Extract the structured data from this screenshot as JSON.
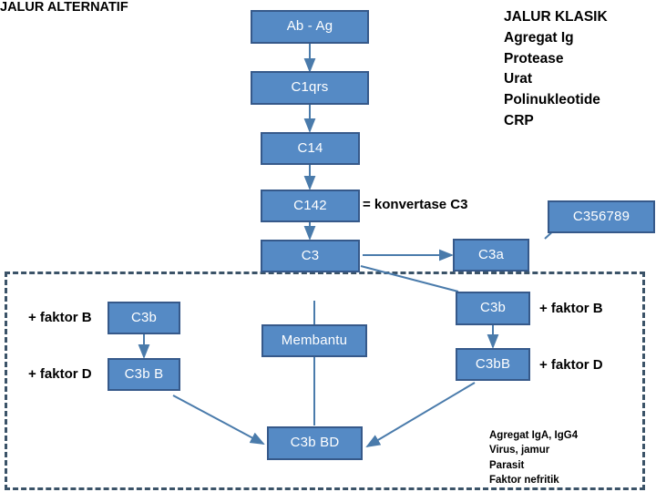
{
  "diagram": {
    "title_classic": "JALUR KLASIK",
    "title_alternative": "JALUR ALTERNATIF",
    "colors": {
      "node_fill": "#558ac5",
      "node_border": "#36598a",
      "connector": "#4a7bab",
      "dashed_border": "#3b5368",
      "node_text": "#ffffff",
      "label_text": "#000000"
    },
    "nodes": {
      "ab_ag": "Ab - Ag",
      "c1qrs": "C1qrs",
      "c14": "C14",
      "c142": "C142",
      "c3": "C3",
      "c3a": "C3a",
      "c356789": "C356789",
      "c3b_left": "C3b",
      "c3bb_left": "C3b B",
      "membantu": "Membantu",
      "c3b_right": "C3b",
      "c3bb_right": "C3bB",
      "c3bbd": "C3b BD"
    },
    "labels": {
      "konvertase": "= konvertase C3",
      "faktor_b_left": "+ faktor B",
      "faktor_d_left": "+ faktor D",
      "faktor_b_right": "+ faktor B",
      "faktor_d_right": "+ faktor D"
    },
    "classic_pathway_items": "JALUR KLASIK\nAgregat Ig\nProtease\nUrat\nPolinukleotide\nCRP",
    "alternative_pathway_items": "Agregat IgA, IgG4\nVirus, jamur\nParasit\nFaktor nefritik"
  }
}
